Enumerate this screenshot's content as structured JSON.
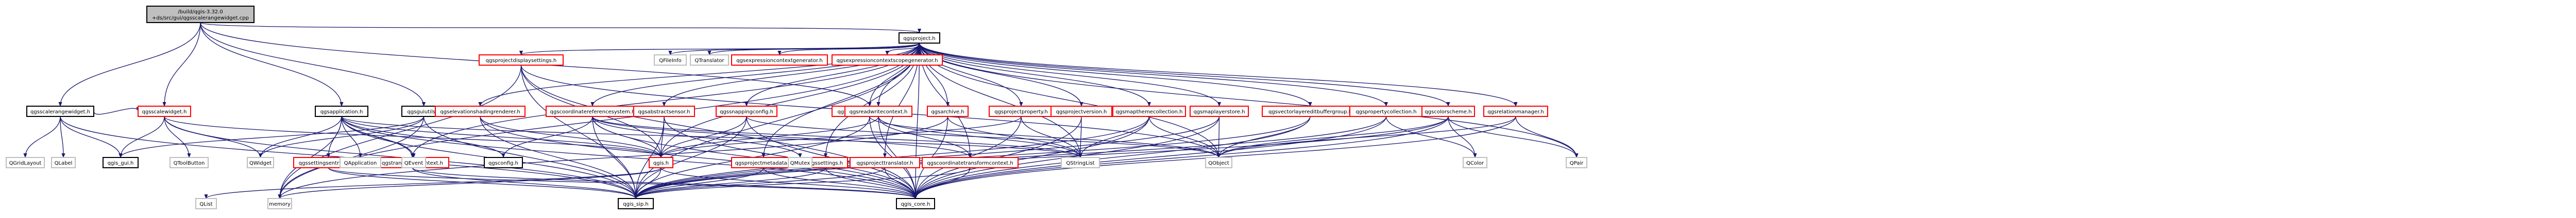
{
  "diagram": {
    "type": "include-dependency-graph",
    "nodes": [
      {
        "id": "root",
        "lines": [
          "/build/qgis-3.32.0",
          "+ds/src/gui/qgsscalerangewidget.cpp"
        ],
        "style": "root"
      },
      {
        "id": "qgsproject",
        "lines": [
          "qgsproject.h"
        ],
        "style": "file"
      },
      {
        "id": "qgsscalerangewidget",
        "lines": [
          "qgsscalerangewidget.h"
        ],
        "style": "file"
      },
      {
        "id": "qgsscalewidget",
        "lines": [
          "qgsscalewidget.h"
        ],
        "style": "red"
      },
      {
        "id": "qgsapplication",
        "lines": [
          "qgsapplication.h"
        ],
        "style": "file"
      },
      {
        "id": "qgsguiutils",
        "lines": [
          "qgsguiutils.h"
        ],
        "style": "file"
      },
      {
        "id": "qgsprojectviewsettings",
        "lines": [
          "qgsprojectviewsettings.h"
        ],
        "style": "red"
      },
      {
        "id": "qgsprojectdisplaysettings",
        "lines": [
          "qgsprojectdisplaysettings.h"
        ],
        "style": "red"
      },
      {
        "id": "qfileinfo",
        "lines": [
          "QFileInfo"
        ],
        "style": "external"
      },
      {
        "id": "qtranslator",
        "lines": [
          "QTranslator"
        ],
        "style": "external"
      },
      {
        "id": "qgsexpressioncontextgenerator",
        "lines": [
          "qgsexpressioncontextgenerator.h"
        ],
        "style": "red"
      },
      {
        "id": "qgsexpressioncontextscopegenerator",
        "lines": [
          "qgsexpressioncontextscopegenerator.h"
        ],
        "style": "red"
      },
      {
        "id": "qgselevationshadingrenderer",
        "lines": [
          "qgselevationshadingrenderer.h"
        ],
        "style": "red"
      },
      {
        "id": "qgscoordinatereferencesystem",
        "lines": [
          "qgscoordinatereferencesystem.h"
        ],
        "style": "red"
      },
      {
        "id": "qgsabstractsensor",
        "lines": [
          "qgsabstractsensor.h"
        ],
        "style": "red"
      },
      {
        "id": "qgssnappingconfig",
        "lines": [
          "qgssnappingconfig.h"
        ],
        "style": "red"
      },
      {
        "id": "qgsreadwritecontext",
        "lines": [
          "qgsreadwritecontext.h"
        ],
        "style": "red"
      },
      {
        "id": "qgsarchive",
        "lines": [
          "qgsarchive.h"
        ],
        "style": "red"
      },
      {
        "id": "qgsprojectproperty",
        "lines": [
          "qgsprojectproperty.h"
        ],
        "style": "red"
      },
      {
        "id": "qgsprojectversion",
        "lines": [
          "qgsprojectversion.h"
        ],
        "style": "red"
      },
      {
        "id": "qgsmapthemecollection",
        "lines": [
          "qgsmapthemecollection.h"
        ],
        "style": "red"
      },
      {
        "id": "qgsmaplayerstore",
        "lines": [
          "qgsmaplayerstore.h"
        ],
        "style": "red"
      },
      {
        "id": "qgsvectorlayereditbuffergroup",
        "lines": [
          "qgsvectorlayereditbuffergroup.h"
        ],
        "style": "red"
      },
      {
        "id": "qgspropertycollection",
        "lines": [
          "qgspropertycollection.h"
        ],
        "style": "red"
      },
      {
        "id": "qgscolorscheme",
        "lines": [
          "qgscolorscheme.h"
        ],
        "style": "red"
      },
      {
        "id": "qgsrelationmanager",
        "lines": [
          "qgsrelationmanager.h"
        ],
        "style": "red"
      },
      {
        "id": "qgstranslationcontext",
        "lines": [
          "qgstranslationcontext.h"
        ],
        "style": "red"
      },
      {
        "id": "qgssettingsentryimpl",
        "lines": [
          "qgssettingsentryimpl.h"
        ],
        "style": "red"
      },
      {
        "id": "qgsprojectmetadata",
        "lines": [
          "qgsprojectmetadata.h"
        ],
        "style": "red"
      },
      {
        "id": "qgssettings",
        "lines": [
          "qgssettings.h"
        ],
        "style": "red"
      },
      {
        "id": "qgsprojecttranslator",
        "lines": [
          "qgsprojecttranslator.h"
        ],
        "style": "red"
      },
      {
        "id": "qgscoordinatetransformcontext",
        "lines": [
          "qgscoordinatetransformcontext.h"
        ],
        "style": "red"
      },
      {
        "id": "qgis",
        "lines": [
          "qgis.h"
        ],
        "style": "red"
      },
      {
        "id": "qgsconfig",
        "lines": [
          "qgsconfig.h"
        ],
        "style": "file"
      },
      {
        "id": "qmutex",
        "lines": [
          "QMutex"
        ],
        "style": "external"
      },
      {
        "id": "qstringlist",
        "lines": [
          "QStringList"
        ],
        "style": "external"
      },
      {
        "id": "qobject",
        "lines": [
          "QObject"
        ],
        "style": "external"
      },
      {
        "id": "qcolor",
        "lines": [
          "QColor"
        ],
        "style": "external"
      },
      {
        "id": "qpair",
        "lines": [
          "QPair"
        ],
        "style": "external"
      },
      {
        "id": "qgridlayout",
        "lines": [
          "QGridLayout"
        ],
        "style": "external"
      },
      {
        "id": "qlabel",
        "lines": [
          "QLabel"
        ],
        "style": "external"
      },
      {
        "id": "qgsgui",
        "lines": [
          "qgis_gui.h"
        ],
        "style": "file"
      },
      {
        "id": "qtoolbutton",
        "lines": [
          "QToolButton"
        ],
        "style": "external"
      },
      {
        "id": "qwidget",
        "lines": [
          "QWidget"
        ],
        "style": "external"
      },
      {
        "id": "qapplication",
        "lines": [
          "QApplication"
        ],
        "style": "external"
      },
      {
        "id": "qevent",
        "lines": [
          "QEvent"
        ],
        "style": "external"
      },
      {
        "id": "qlist",
        "lines": [
          "QList"
        ],
        "style": "external"
      },
      {
        "id": "memory",
        "lines": [
          "memory"
        ],
        "style": "external"
      },
      {
        "id": "qgssip",
        "lines": [
          "qgis_sip.h"
        ],
        "style": "file"
      },
      {
        "id": "qgscore",
        "lines": [
          "qgis_core.h"
        ],
        "style": "file"
      }
    ],
    "edges": [
      [
        "root",
        "qgsproject"
      ],
      [
        "root",
        "qgsscalerangewidget"
      ],
      [
        "root",
        "qgsscalewidget"
      ],
      [
        "root",
        "qgsapplication"
      ],
      [
        "root",
        "qgsguiutils"
      ],
      [
        "root",
        "qgsprojectviewsettings"
      ],
      [
        "qgsscalerangewidget",
        "qgridlayout"
      ],
      [
        "qgsscalerangewidget",
        "qlabel"
      ],
      [
        "qgsscalerangewidget",
        "qgsgui"
      ],
      [
        "qgsscalerangewidget",
        "qgsscalewidget"
      ],
      [
        "qgsscalerangewidget",
        "qgssip"
      ],
      [
        "qgsscalewidget",
        "qgsgui"
      ],
      [
        "qgsscalewidget",
        "qtoolbutton"
      ],
      [
        "qgsscalewidget",
        "qwidget"
      ],
      [
        "qgsscalewidget",
        "qgis"
      ],
      [
        "qgsscalewidget",
        "qgssip"
      ],
      [
        "qgsapplication",
        "qwidget"
      ],
      [
        "qgsapplication",
        "qapplication"
      ],
      [
        "qgsapplication",
        "qevent"
      ],
      [
        "qgsapplication",
        "qgssettingsentryimpl"
      ],
      [
        "qgsapplication",
        "qgstranslationcontext"
      ],
      [
        "qgsapplication",
        "qgsconfig"
      ],
      [
        "qgsapplication",
        "qgis"
      ],
      [
        "qgsapplication",
        "qgssip"
      ],
      [
        "qgsapplication",
        "qgscore"
      ],
      [
        "qgsapplication",
        "qstringlist"
      ],
      [
        "qgsapplication",
        "memory"
      ],
      [
        "qgsguiutils",
        "qgsgui"
      ],
      [
        "qgsguiutils",
        "qwidget"
      ],
      [
        "qgsguiutils",
        "qgssip"
      ],
      [
        "qgsguiutils",
        "memory"
      ],
      [
        "qgsprojectviewsettings",
        "qobject"
      ],
      [
        "qgsprojectviewsettings",
        "qgssip"
      ],
      [
        "qgsprojectviewsettings",
        "qgscore"
      ],
      [
        "qgsproject",
        "qgsprojectdisplaysettings"
      ],
      [
        "qgsproject",
        "qfileinfo"
      ],
      [
        "qgsproject",
        "qtranslator"
      ],
      [
        "qgsproject",
        "qgsexpressioncontextgenerator"
      ],
      [
        "qgsproject",
        "qgsexpressioncontextscopegenerator"
      ],
      [
        "qgsproject",
        "qgselevationshadingrenderer"
      ],
      [
        "qgsproject",
        "qgscoordinatereferencesystem"
      ],
      [
        "qgsproject",
        "qgsabstractsensor"
      ],
      [
        "qgsproject",
        "qgssnappingconfig"
      ],
      [
        "qgsproject",
        "qgsreadwritecontext"
      ],
      [
        "qgsproject",
        "qgsarchive"
      ],
      [
        "qgsproject",
        "qgsprojectproperty"
      ],
      [
        "qgsproject",
        "qgsprojectversion"
      ],
      [
        "qgsproject",
        "qgsmapthemecollection"
      ],
      [
        "qgsproject",
        "qgsmaplayerstore"
      ],
      [
        "qgsproject",
        "qgsvectorlayereditbuffergroup"
      ],
      [
        "qgsproject",
        "qgspropertycollection"
      ],
      [
        "qgsproject",
        "qgscolorscheme"
      ],
      [
        "qgsproject",
        "qgsrelationmanager"
      ],
      [
        "qgsproject",
        "qgsprojectviewsettings"
      ],
      [
        "qgsproject",
        "qgstranslationcontext"
      ],
      [
        "qgsproject",
        "qgsprojectmetadata"
      ],
      [
        "qgsproject",
        "qgssettings"
      ],
      [
        "qgsproject",
        "qgsprojecttranslator"
      ],
      [
        "qgsproject",
        "qgscoordinatetransformcontext"
      ],
      [
        "qgsproject",
        "qgis"
      ],
      [
        "qgsproject",
        "qgssip"
      ],
      [
        "qgsproject",
        "qgscore"
      ],
      [
        "qgsproject",
        "memory"
      ],
      [
        "qgsproject",
        "qobject"
      ],
      [
        "qgsproject",
        "qpair"
      ],
      [
        "qgsproject",
        "qstringlist"
      ],
      [
        "qgsprojectdisplaysettings",
        "qobject"
      ],
      [
        "qgsprojectdisplaysettings",
        "qgis"
      ],
      [
        "qgsprojectdisplaysettings",
        "qgscore"
      ],
      [
        "qgsprojectdisplaysettings",
        "qgssip"
      ],
      [
        "qgsprojectdisplaysettings",
        "memory"
      ],
      [
        "qgselevationshadingrenderer",
        "qgscore"
      ],
      [
        "qgselevationshadingrenderer",
        "qgssip"
      ],
      [
        "qgselevationshadingrenderer",
        "qgis"
      ],
      [
        "qgscoordinatereferencesystem",
        "qgis"
      ],
      [
        "qgscoordinatereferencesystem",
        "qgscore"
      ],
      [
        "qgscoordinatereferencesystem",
        "qgssip"
      ],
      [
        "qgscoordinatereferencesystem",
        "qmutex"
      ],
      [
        "qgscoordinatereferencesystem",
        "qgsconfig"
      ],
      [
        "qgscoordinatereferencesystem",
        "qstringlist"
      ],
      [
        "qgscoordinatereferencesystem",
        "qgscoordinatetransformcontext"
      ],
      [
        "qgsabstractsensor",
        "qgis"
      ],
      [
        "qgsabstractsensor",
        "qgscore"
      ],
      [
        "qgsabstractsensor",
        "qgssip"
      ],
      [
        "qgssnappingconfig",
        "qgis"
      ],
      [
        "qgssnappingconfig",
        "qgscore"
      ],
      [
        "qgssnappingconfig",
        "qgssip"
      ],
      [
        "qgssnappingconfig",
        "qobject"
      ],
      [
        "qgsreadwritecontext",
        "qgis"
      ],
      [
        "qgsreadwritecontext",
        "qgscore"
      ],
      [
        "qgsreadwritecontext",
        "qgscoordinatetransformcontext"
      ],
      [
        "qgsreadwritecontext",
        "qstringlist"
      ],
      [
        "qgsarchive",
        "qgscore"
      ],
      [
        "qgsarchive",
        "qstringlist"
      ],
      [
        "qgsarchive",
        "memory"
      ],
      [
        "qgsprojectproperty",
        "qgscore"
      ],
      [
        "qgsprojectproperty",
        "qstringlist"
      ],
      [
        "qgsprojectproperty",
        "qgis"
      ],
      [
        "qgsprojectversion",
        "qgscore"
      ],
      [
        "qgsprojectversion",
        "qstringlist"
      ],
      [
        "qgsmapthemecollection",
        "qgscore"
      ],
      [
        "qgsmapthemecollection",
        "qobject"
      ],
      [
        "qgsmapthemecollection",
        "qgssip"
      ],
      [
        "qgsmapthemecollection",
        "qstringlist"
      ],
      [
        "qgsmaplayerstore",
        "qgscore"
      ],
      [
        "qgsmaplayerstore",
        "qobject"
      ],
      [
        "qgsmaplayerstore",
        "qgssip"
      ],
      [
        "qgsvectorlayereditbuffergroup",
        "qobject"
      ],
      [
        "qgsvectorlayereditbuffergroup",
        "qgscore"
      ],
      [
        "qgsvectorlayereditbuffergroup",
        "qgssip"
      ],
      [
        "qgspropertycollection",
        "qgscore"
      ],
      [
        "qgspropertycollection",
        "qgssip"
      ],
      [
        "qgspropertycollection",
        "qcolor"
      ],
      [
        "qgscolorscheme",
        "qgscore"
      ],
      [
        "qgscolorscheme",
        "qcolor"
      ],
      [
        "qgscolorscheme",
        "qpair"
      ],
      [
        "qgscolorscheme",
        "qobject"
      ],
      [
        "qgscolorscheme",
        "qgssip"
      ],
      [
        "qgsrelationmanager",
        "qgscore"
      ],
      [
        "qgsrelationmanager",
        "qobject"
      ],
      [
        "qgsrelationmanager",
        "qpair"
      ],
      [
        "qgstranslationcontext",
        "qgscore"
      ],
      [
        "qgstranslationcontext",
        "qgssip"
      ],
      [
        "qgssettingsentryimpl",
        "qgscore"
      ],
      [
        "qgssettingsentryimpl",
        "qgssip"
      ],
      [
        "qgsprojectmetadata",
        "qgscore"
      ],
      [
        "qgsprojectmetadata",
        "qgssip"
      ],
      [
        "qgssettings",
        "qgscore"
      ],
      [
        "qgssettings",
        "qgssip"
      ],
      [
        "qgsprojecttranslator",
        "qgscore"
      ],
      [
        "qgsprojecttranslator",
        "qgssip"
      ],
      [
        "qgscoordinatetransformcontext",
        "qgscore"
      ],
      [
        "qgscoordinatetransformcontext",
        "qgssip"
      ],
      [
        "qgis",
        "qgscore"
      ],
      [
        "qgis",
        "qgssip"
      ],
      [
        "qgis",
        "qlist"
      ],
      [
        "qgis",
        "memory"
      ]
    ]
  }
}
